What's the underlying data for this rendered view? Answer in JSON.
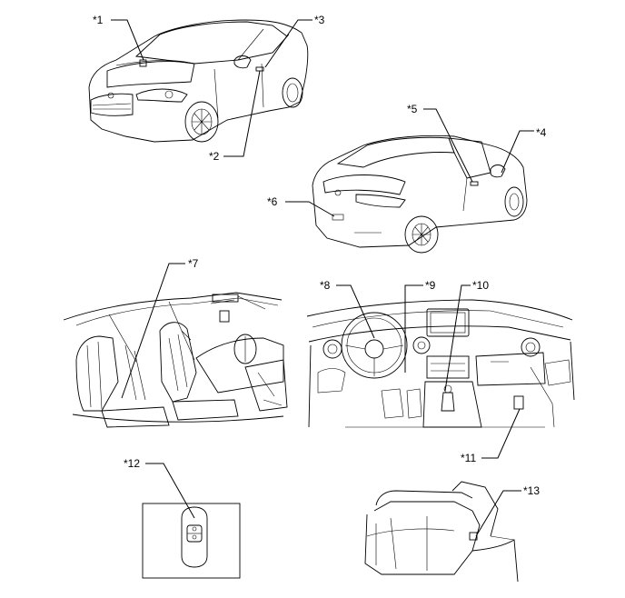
{
  "callouts": [
    {
      "id": "c1",
      "text": "*1"
    },
    {
      "id": "c2",
      "text": "*2"
    },
    {
      "id": "c3",
      "text": "*3"
    },
    {
      "id": "c4",
      "text": "*4"
    },
    {
      "id": "c5",
      "text": "*5"
    },
    {
      "id": "c6",
      "text": "*6"
    },
    {
      "id": "c7",
      "text": "*7"
    },
    {
      "id": "c8",
      "text": "*8"
    },
    {
      "id": "c9",
      "text": "*9"
    },
    {
      "id": "c10",
      "text": "*10"
    },
    {
      "id": "c11",
      "text": "*11"
    },
    {
      "id": "c12",
      "text": "*12"
    },
    {
      "id": "c13",
      "text": "*13"
    }
  ],
  "icons": {
    "front_car": "sedan-front-three-quarter-illustration",
    "rear_car": "sedan-rear-three-quarter-illustration",
    "interior_side": "cabin-side-interior-illustration",
    "dashboard": "dashboard-cockpit-illustration",
    "key_fob": "smart-key-fob-illustration",
    "trunk": "open-trunk-illustration"
  }
}
